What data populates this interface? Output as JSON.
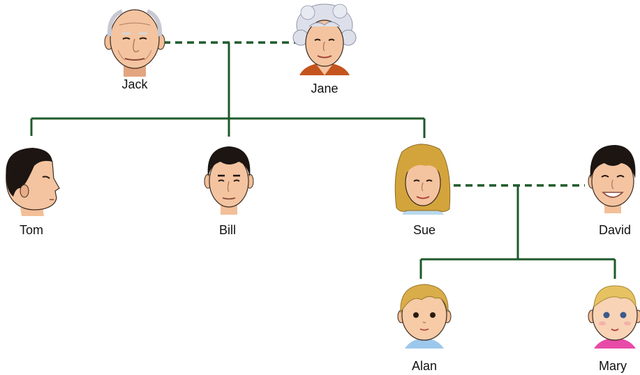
{
  "colors": {
    "line": "#1e5a2a",
    "skin": "#f6c9a3",
    "skin_shade": "#e2a57f",
    "outline": "#3a2a20"
  },
  "people": {
    "jack": {
      "name": "Jack",
      "icon": "elderly-man-icon"
    },
    "jane": {
      "name": "Jane",
      "icon": "elderly-woman-icon"
    },
    "tom": {
      "name": "Tom",
      "icon": "man-profile-icon"
    },
    "bill": {
      "name": "Bill",
      "icon": "man-icon"
    },
    "sue": {
      "name": "Sue",
      "icon": "woman-icon"
    },
    "david": {
      "name": "David",
      "icon": "smiling-man-icon"
    },
    "alan": {
      "name": "Alan",
      "icon": "boy-toddler-icon"
    },
    "mary": {
      "name": "Mary",
      "icon": "baby-girl-icon"
    }
  }
}
